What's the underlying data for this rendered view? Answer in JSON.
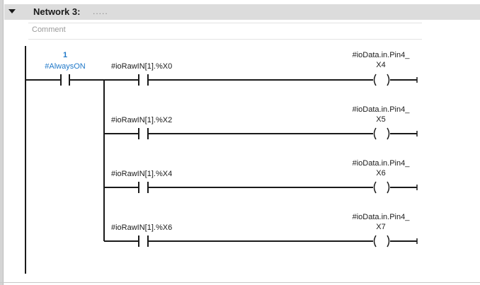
{
  "network": {
    "title": "Network 3:",
    "dots": ".....",
    "comment_placeholder": "Comment"
  },
  "rungs": [
    {
      "contact": {
        "constant": "1",
        "operand": "#AlwaysON"
      }
    }
  ],
  "branches": [
    {
      "contact": "#ioRawIN[1].%X0",
      "coil_line1": "#ioData.in.Pin4_",
      "coil_line2": "X4"
    },
    {
      "contact": "#ioRawIN[1].%X2",
      "coil_line1": "#ioData.in.Pin4_",
      "coil_line2": "X5"
    },
    {
      "contact": "#ioRawIN[1].%X4",
      "coil_line1": "#ioData.in.Pin4_",
      "coil_line2": "X6"
    },
    {
      "contact": "#ioRawIN[1].%X6",
      "coil_line1": "#ioData.in.Pin4_",
      "coil_line2": "X7"
    }
  ],
  "icons": {
    "toggle": "collapse-triangle-icon"
  }
}
